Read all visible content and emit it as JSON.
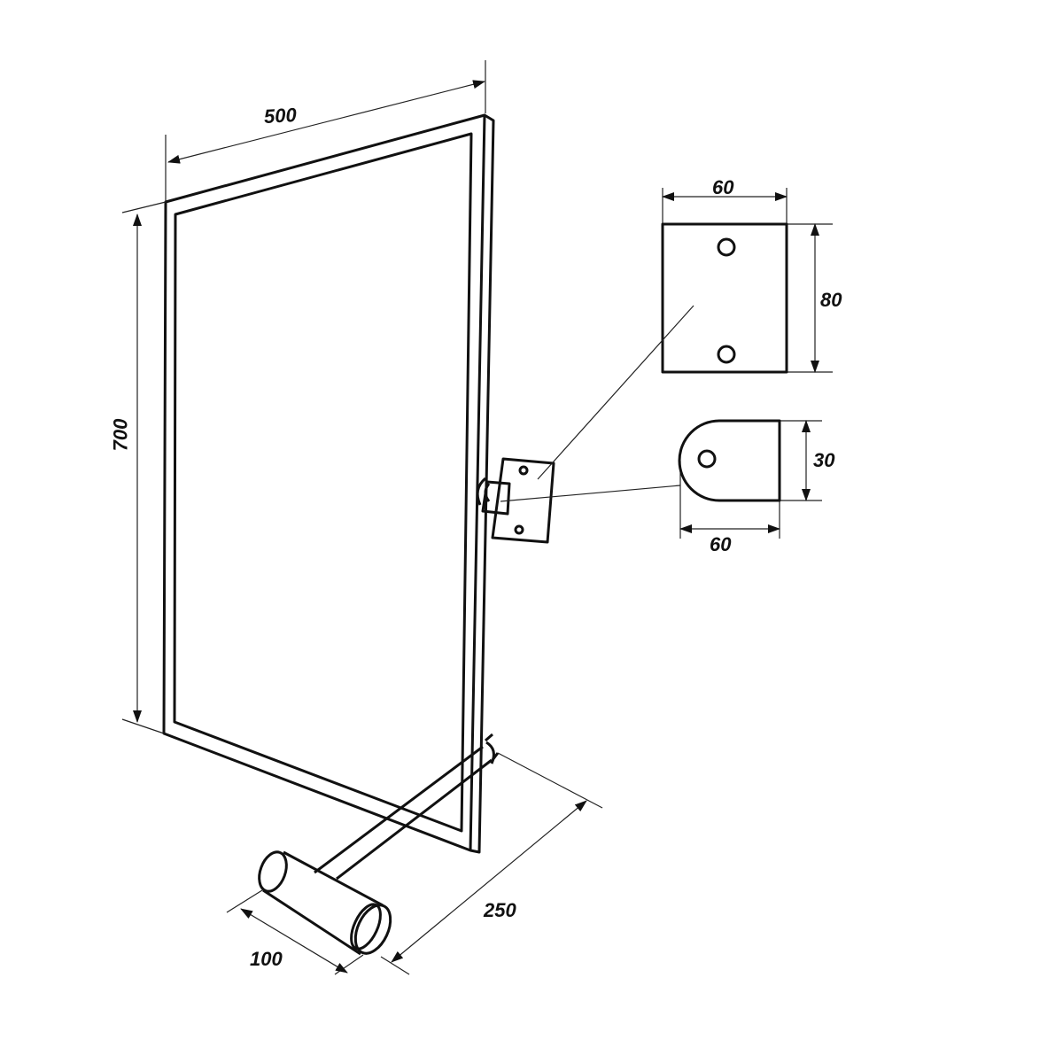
{
  "dimensions": {
    "frame_width": "500",
    "frame_height": "700",
    "plate_width": "60",
    "plate_height": "80",
    "tab_height": "30",
    "tab_width": "60",
    "stand_length": "250",
    "foot_length": "100"
  },
  "colors": {
    "line": "#111111",
    "background": "#ffffff"
  }
}
